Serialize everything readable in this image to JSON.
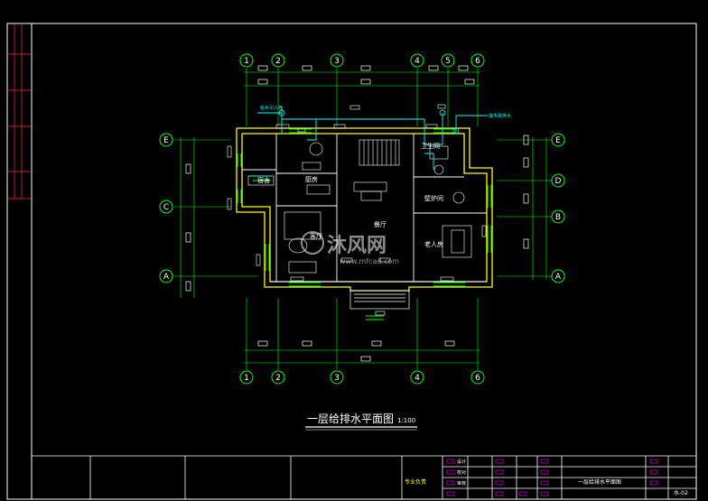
{
  "drawing": {
    "title": "一层给排水平面图",
    "scale": "1:100",
    "watermark_brand": "沐风网",
    "watermark_url": "www.mfcad.com"
  },
  "grid_axes": {
    "top": [
      "1",
      "2",
      "3",
      "4",
      "5",
      "6"
    ],
    "bottom": [
      "1",
      "2",
      "3",
      "4",
      "6"
    ],
    "left": [
      "E",
      "C",
      "A"
    ],
    "right": [
      "E",
      "D",
      "B",
      "A"
    ]
  },
  "rooms": {
    "kitchen": "厨房",
    "dorm": "宿舍",
    "bath": "卫生间",
    "dining": "餐厅",
    "living": "客厅",
    "fireplace": "壁炉间",
    "elder_room": "老人房"
  },
  "pipe_labels": {
    "supply_in": "给水引入管",
    "drain_out": "接市政排水"
  },
  "title_block": {
    "project": "一层给排水平面图",
    "row_labels": [
      "设计",
      "校对",
      "审核"
    ],
    "sheet_no": "水-02",
    "stamp": "专业负责"
  },
  "colors": {
    "background": "#000000",
    "wall": "#ffff00",
    "grid": "#00ff00",
    "pipe": "#00ffff",
    "text": "#ffffff",
    "frame": "#ffffff",
    "magenta": "#ff00ff",
    "red": "#ff3030"
  }
}
